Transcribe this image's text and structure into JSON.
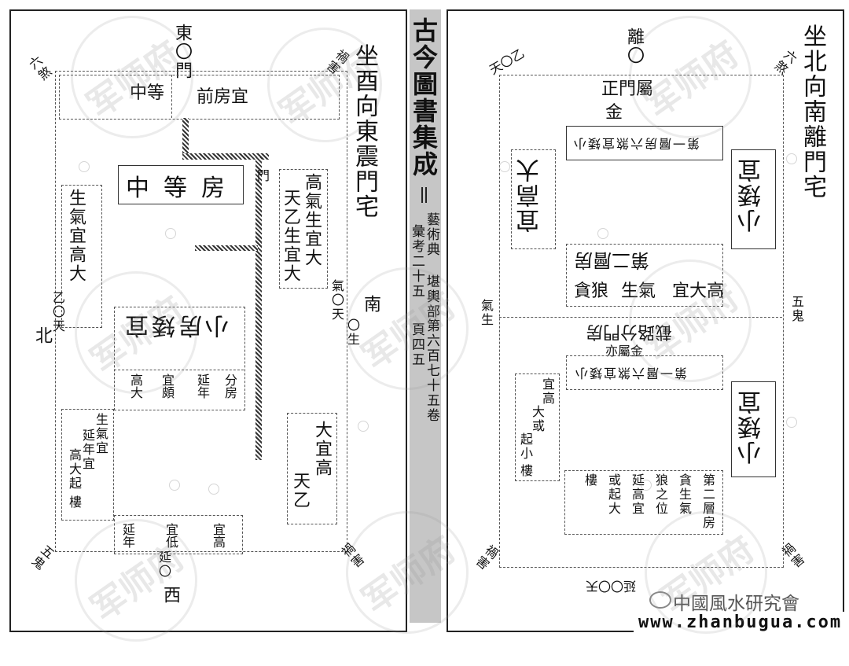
{
  "book": {
    "title": "古今圖書集成",
    "subtitle": "藝術典 堪輿部",
    "volume": "第六百七十五卷",
    "section": "彙考二十五",
    "page": "頁四五"
  },
  "left": {
    "title": "坐酉向東震門宅",
    "top_gate": "東〇門",
    "gate_label": "門",
    "room_front": "前房宜",
    "room_middle_top": "中等",
    "room_middle": "中等房",
    "room_right": "高氣生宜大",
    "room_right2": "天乙生宜大",
    "room_right3": "氣〇天",
    "left_room": "生氣宜高大",
    "room_lower": "小房矮宜",
    "room_grid": [
      "高大",
      "宜頗",
      "延年",
      "分房"
    ],
    "room_bottom_left": [
      "生氣宜",
      "延年宜",
      "高大起",
      "樓"
    ],
    "room_bottom_right": [
      "大宜高",
      "天乙"
    ],
    "bottom_row": [
      "延年",
      "宜低",
      "宜高"
    ],
    "corner_tl": "六煞",
    "corner_tr": "禍害",
    "corner_bl": "五鬼",
    "corner_br": "禍害",
    "north": "北",
    "north2": "乙〇天",
    "south": "南",
    "south2": "〇生",
    "bottom_gate": "西",
    "bottom_gate2": "延〇"
  },
  "right": {
    "title": "坐北向南離門宅",
    "top_gate": "離〇",
    "gate_a": "正門屬",
    "gate_b": "金",
    "corner_tl": "天〇乙",
    "corner_tr": "六煞",
    "row1": "第一層房六煞宜矮小",
    "col_left": "宜高大",
    "col_right": "小矮宜",
    "row2a": "第二層房",
    "row2b": "生氣",
    "row2c": "貪狼",
    "row2d": "宜大高",
    "row3a": "截路分門房",
    "row3b": "亦屬金",
    "row4": "第一層六煞宜矮小",
    "col_left2": [
      "宜高",
      "大或",
      "起小",
      "樓"
    ],
    "col_right2": "小矮宜",
    "bottom_block": [
      "第二層房",
      "貪生氣",
      "狼之位",
      "延高宜",
      "或起大",
      "樓"
    ],
    "side_left": "氣生",
    "side_right": "五鬼",
    "corner_bl": "禍害",
    "corner_br": "禍害",
    "bottom_text": "延〇〇天",
    "credit": "中國風水研究會"
  },
  "site": {
    "url": "www.zhanbugua.com"
  },
  "watermark": "军师府"
}
